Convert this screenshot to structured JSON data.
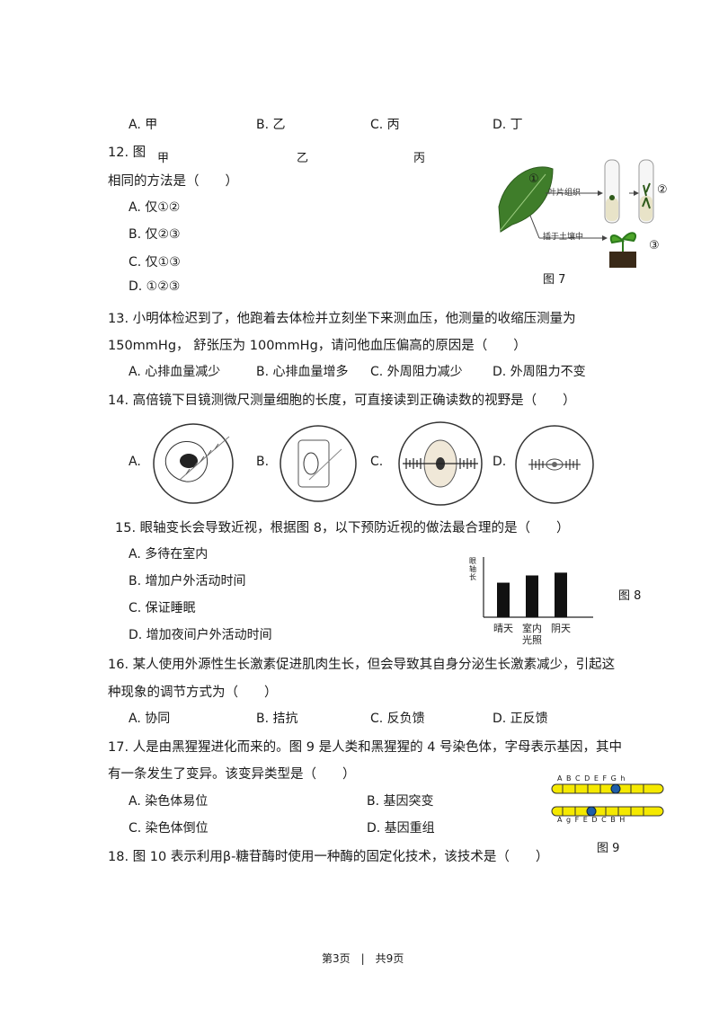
{
  "q11": {
    "options": [
      {
        "label": "A. 甲"
      },
      {
        "label": "B. 乙"
      },
      {
        "label": "C. 丙"
      },
      {
        "label": "D. 丁"
      }
    ]
  },
  "q12": {
    "number": "12. 图",
    "partial_labels": [
      "甲",
      "乙",
      "丙"
    ],
    "stem_line2": "相同的方法是（　　）",
    "options": [
      "A. 仅①②",
      "B. 仅②③",
      "C. 仅①③",
      "D. ①②③"
    ],
    "figure": {
      "caption": "图 7",
      "mark1": "①",
      "mark2": "②",
      "mark3": "③",
      "label_leaf_tissue": "叶片组织",
      "label_soil": "插于土壤中"
    }
  },
  "q13": {
    "line1": "13.  小明体检迟到了，他跑着去体检并立刻坐下来测血压，他测量的收缩压测量为",
    "line2": "150mmHg，  舒张压为 100mmHg，请问他血压偏高的原因是（　　）",
    "options": [
      "A. 心排血量减少",
      "B. 心排血量增多",
      "C. 外周阻力减少",
      "D. 外周阻力不变"
    ]
  },
  "q14": {
    "stem": "14.  高倍镜下目镜测微尺测量细胞的长度，可直接读到正确读数的视野是（　　）",
    "options": [
      "A.",
      "B.",
      "C.",
      "D."
    ]
  },
  "q15": {
    "stem": "15. 眼轴变长会导致近视，根据图 8，以下预防近视的做法最合理的是（　　）",
    "options": [
      "A. 多待在室内",
      "B. 增加户外活动时间",
      "C. 保证睡眠",
      "D. 增加夜间户外活动时间"
    ],
    "figure_caption": "图 8"
  },
  "chart_data": {
    "type": "bar",
    "ylabel": "眼轴长",
    "categories": [
      "晴天",
      "室内光照",
      "阴天"
    ],
    "category_lines": [
      [
        "晴天"
      ],
      [
        "室内",
        "光照"
      ],
      [
        "阴天"
      ]
    ],
    "values": [
      0.62,
      0.75,
      0.8
    ],
    "ylim": [
      0,
      1
    ],
    "grid": false
  },
  "q16": {
    "line1": "16.  某人使用外源性生长激素促进肌肉生长，但会导致其自身分泌生长激素减少，引起这",
    "line2": "种现象的调节方式为（　　）",
    "options": [
      "A. 协同",
      "B. 拮抗",
      "C. 反负馈",
      "D. 正反馈"
    ]
  },
  "q17": {
    "line1": "17.  人是由黑猩猩进化而来的。图 9 是人类和黑猩猩的 4 号染色体，字母表示基因，其中",
    "line2": "有一条发生了变异。该变异类型是（　　）",
    "options": [
      "A. 染色体易位",
      "B. 基因突变",
      "C. 染色体倒位",
      "D. 基因重组"
    ],
    "figure": {
      "caption": "图 9",
      "top_genes": "A B C D E    F G h",
      "bottom_genes": "A g F    E D C B H"
    }
  },
  "q18": {
    "stem": "18.  图 10 表示利用β-糖苷酶时使用一种酶的固定化技术，该技术是（　　）"
  },
  "footer": "第3页　|　共9页"
}
